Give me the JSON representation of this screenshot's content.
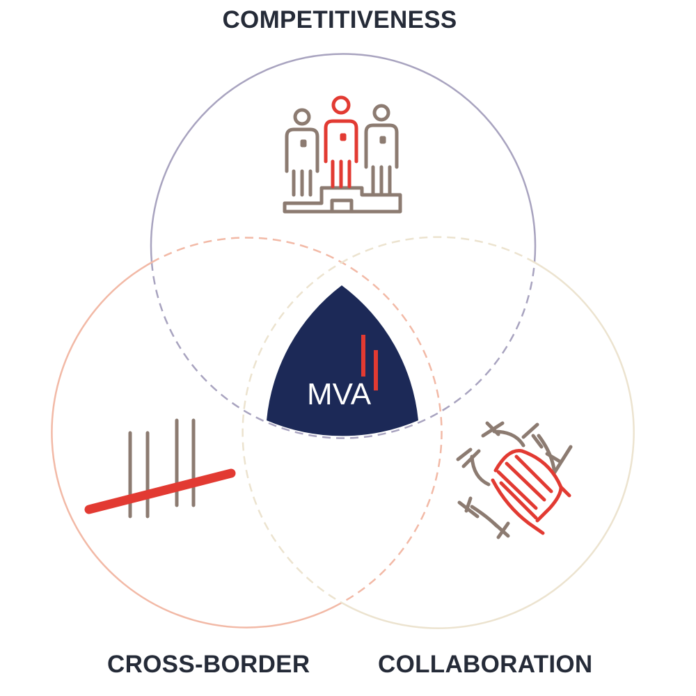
{
  "labels": {
    "top": "COMPETITIVENESS",
    "left": "CROSS-BORDER",
    "right": "COLLABORATION",
    "center": "MVA"
  },
  "icons": {
    "top": "podium-people-icon",
    "left": "border-crossing-icon",
    "right": "joined-hands-icon"
  },
  "colors": {
    "text": "#252b38",
    "navy": "#1c2957",
    "red": "#e23a32",
    "taupe": "#8c7b71",
    "circle_top": "#a8a3bf",
    "circle_left": "#f2b9a6",
    "circle_right": "#ece3cf"
  }
}
